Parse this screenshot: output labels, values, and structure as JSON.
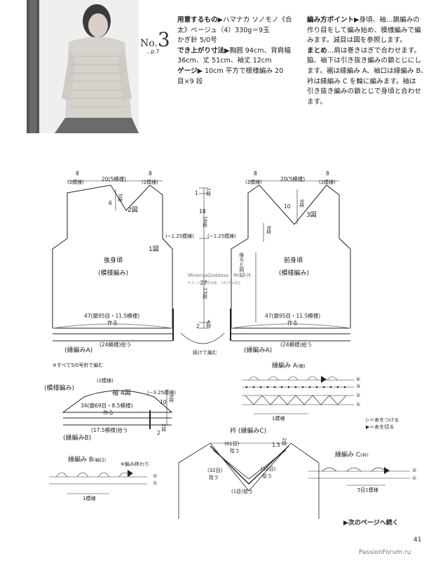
{
  "header": {
    "number_prefix": "No.",
    "number": "3",
    "page_ref": "…p.7",
    "materials_label": "用意するもの",
    "materials_l1": "▶ハマナカ ソノモノ《合",
    "materials_l2": "太》ベージュ（4）330g＝9玉",
    "materials_l3": "かぎ針 5/0号",
    "size_label": "でき上がり寸法",
    "size_l1": "▶胸囲 94cm、背肩幅",
    "size_l2": "36cm、丈 51cm、袖丈 12cm",
    "gauge_label": "ゲージ",
    "gauge_l1": "▶ 10cm 平方で模様編み 20",
    "gauge_l2": "目×9 段",
    "points_label": "編み方ポイント",
    "points_l1": "▶身頃、袖…鎖編みの",
    "points_l2": "作り目をして編み始め、模様編みで編",
    "points_l3": "みます。減目は図を参照します。",
    "finish_label": "まとめ",
    "finish_l1": "…肩は巻きはぎで合わせます。",
    "finish_l2": "脇、袖下は引き抜き編みの鎖とじにし",
    "finish_l3": "ます。裾は縁編み A、袖口は縁編み B、",
    "finish_l4": "衿は縁編み C を輪に編みます。袖は",
    "finish_l5": "引き抜き編みの鎖とじで身頃と合わせ",
    "finish_l6": "ます。"
  },
  "watermark": {
    "line1": "MinervaGoddess | MG手作",
    "line2": "M G 入驻正规店铺，小红书&淘宝"
  },
  "back": {
    "title": "後身頃",
    "subtitle": "(模様編み)",
    "fig": "2図",
    "fig1": "1図",
    "left_shoulder": "8",
    "left_shoulder_sub": "(2模様)",
    "neck_width": "20(5模様)",
    "right_shoulder": "8",
    "right_shoulder_sub": "(2模様)",
    "neck_depth": "6",
    "neck_rows": "5段",
    "start": "47(鎖95目・11.5模様)",
    "start_sub": "作る",
    "pickup": "(24模様)拾う",
    "border": "(縁編みA)"
  },
  "front": {
    "title": "前身頃",
    "subtitle": "(模様編み)",
    "fig": "3図",
    "left_shoulder": "8",
    "left_shoulder_sub": "(2模様)",
    "neck_width": "20(5模様)",
    "right_shoulder": "8",
    "right_shoulder_sub": "(2模様)",
    "neck_depth": "10",
    "neck_rows": "9段",
    "decrease": "(−1.25模様)",
    "rows8": "8段",
    "start": "47(鎖95目・11.5模様)",
    "start_sub": "作る",
    "pickup": "(24模様)拾う",
    "border": "(縁編みA)"
  },
  "center": {
    "d1": "1",
    "d1_rows": "1段",
    "d18": "18",
    "d18_rows": "16段",
    "armhole": "(−1.25模様)",
    "d27": "27",
    "d27_rows": "23段",
    "d2": "2",
    "d2_rows": "4段",
    "join": "続けて編む",
    "back_left": "後ろと同じ"
  },
  "note": "※すべて5/0号針で編む",
  "sleeve": {
    "title": "袖",
    "fig": "4図",
    "pattern": "(模様編み)",
    "top": "(2模様)",
    "decrease": "(−3.25模様)",
    "height": "10",
    "height_rows": "9段",
    "start": "34(鎖69目・8.5模様)",
    "start_sub": "作る",
    "pickup": "(17.5模様)拾う",
    "border": "(縁編みB)",
    "cuff": "2",
    "cuff_rows": "2段"
  },
  "edge_a": {
    "title": "縁編み A",
    "sub": "(裾)",
    "rows": [
      "④",
      "③",
      "②",
      "①"
    ],
    "repeat": "1模様"
  },
  "legend": {
    "attach": "▷＝糸をつける",
    "cut": "▶＝糸を切る"
  },
  "collar": {
    "title": "衿",
    "sub": "(縁編みC)",
    "top": "(61目)",
    "top_sub": "拾う",
    "left": "(32目)",
    "left_sub": "拾う",
    "right": "(32目)",
    "right_sub": "拾う",
    "center": "(1目)",
    "center_sub": "拾う",
    "width": "1.5",
    "rows": "2段"
  },
  "edge_b": {
    "title": "縁編み B",
    "sub": "(袖口)",
    "end": "※編み終わり",
    "rows": [
      "②",
      "①"
    ],
    "repeat": "1模様"
  },
  "edge_c": {
    "title": "縁編み C",
    "sub": "(衿)",
    "rows": [
      "②",
      "①"
    ],
    "repeat": "5目1模様"
  },
  "footer": {
    "continue": "▶次のページへ続く",
    "page": "41",
    "site": "PassionForum.ru"
  }
}
